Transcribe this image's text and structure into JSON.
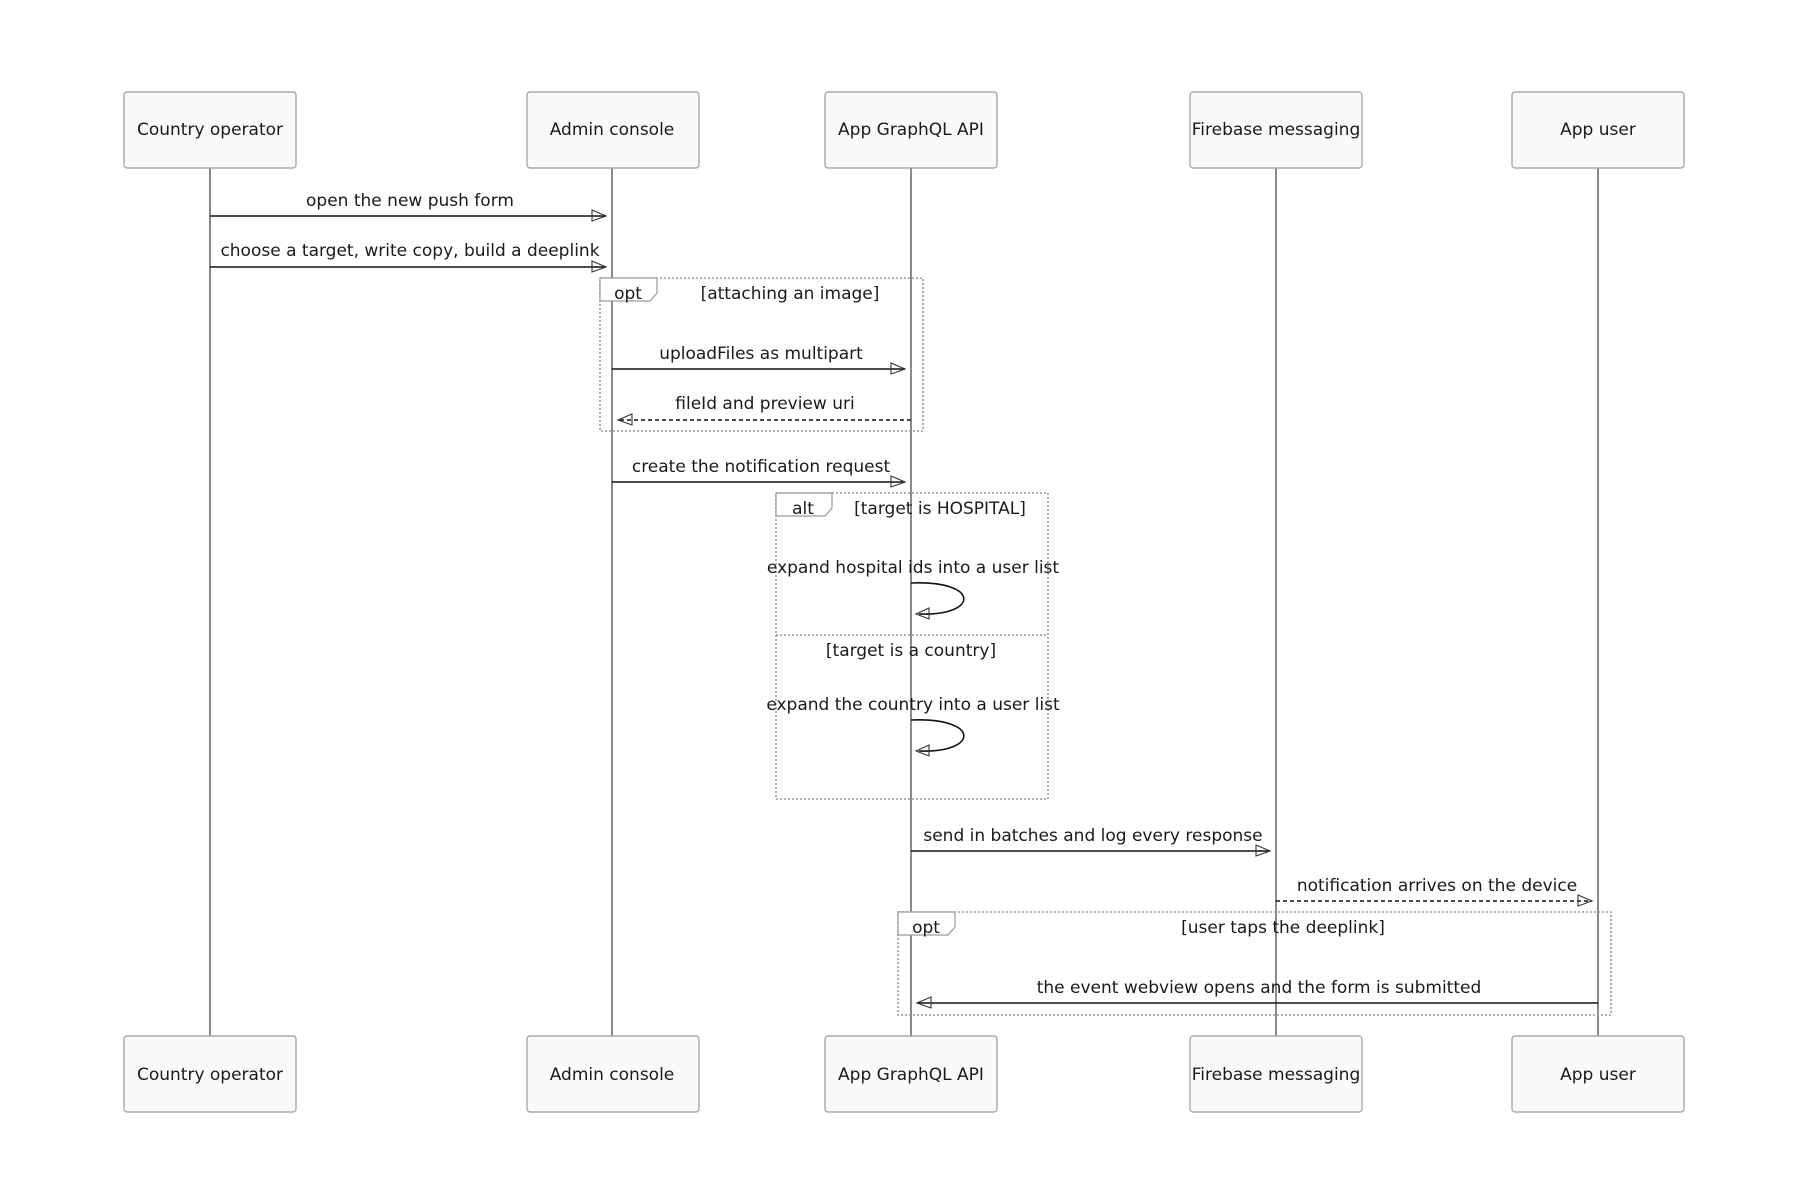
{
  "participants": [
    {
      "id": "p0",
      "label": "Country operator"
    },
    {
      "id": "p1",
      "label": "Admin console"
    },
    {
      "id": "p2",
      "label": "App GraphQL API"
    },
    {
      "id": "p3",
      "label": "Firebase messaging"
    },
    {
      "id": "p4",
      "label": "App user"
    }
  ],
  "messages": [
    {
      "from": 0,
      "to": 1,
      "label": "open the new push form",
      "style": "solid"
    },
    {
      "from": 0,
      "to": 1,
      "label": "choose a target, write copy, build a deeplink",
      "style": "solid"
    },
    {
      "from": 1,
      "to": 2,
      "label": "uploadFiles as multipart",
      "style": "solid"
    },
    {
      "from": 2,
      "to": 1,
      "label": "fileId and preview uri",
      "style": "dashed"
    },
    {
      "from": 1,
      "to": 2,
      "label": "create the notification request",
      "style": "solid"
    },
    {
      "from": 2,
      "to": 2,
      "label": "expand hospital ids into a user list",
      "style": "self"
    },
    {
      "from": 2,
      "to": 2,
      "label": "expand the country into a user list",
      "style": "self"
    },
    {
      "from": 2,
      "to": 3,
      "label": "send in batches and log every response",
      "style": "solid"
    },
    {
      "from": 3,
      "to": 4,
      "label": "notification arrives on the device",
      "style": "dashed"
    },
    {
      "from": 4,
      "to": 2,
      "label": "the event webview opens and the form is submitted",
      "style": "solid"
    }
  ],
  "fragments": [
    {
      "kind": "opt",
      "condition": "[attaching an image]"
    },
    {
      "kind": "alt",
      "condition": "[target is HOSPITAL]",
      "else_condition": "[target is a country]"
    },
    {
      "kind": "opt",
      "condition": "[user taps the deeplink]"
    }
  ]
}
